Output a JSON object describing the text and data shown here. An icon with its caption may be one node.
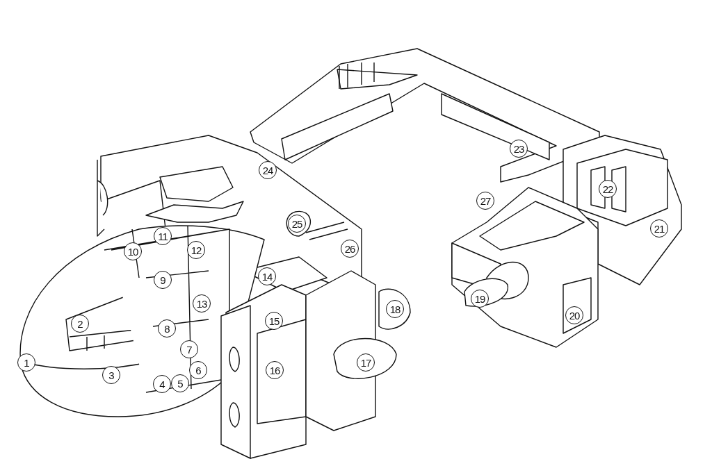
{
  "diagram": {
    "labels": [
      "1",
      "2",
      "3",
      "4",
      "5",
      "6",
      "7",
      "8",
      "9",
      "10",
      "11",
      "12",
      "13",
      "14",
      "15",
      "16",
      "17",
      "18",
      "19",
      "20",
      "21",
      "22",
      "23",
      "24",
      "25",
      "26",
      "27"
    ]
  }
}
